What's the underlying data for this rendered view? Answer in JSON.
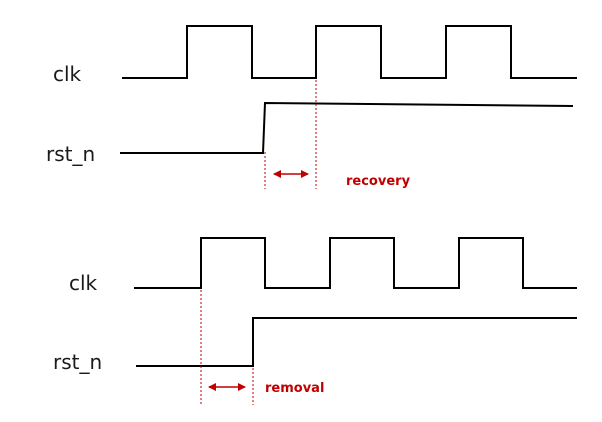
{
  "colors": {
    "signal": "#000000",
    "annotation": "#c00000",
    "label_text": "#1a1a1a",
    "background": "#ffffff"
  },
  "diagrams": [
    {
      "id": "recovery",
      "clk_label": "clk",
      "rst_label": "rst_n",
      "timing_label": "recovery"
    },
    {
      "id": "removal",
      "clk_label": "clk",
      "rst_label": "rst_n",
      "timing_label": "removal"
    }
  ]
}
